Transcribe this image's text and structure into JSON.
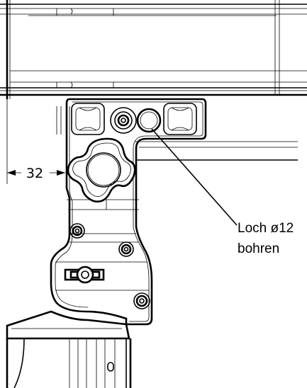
{
  "dimension": {
    "value": "32"
  },
  "note": {
    "line1": "Loch ø12",
    "line2": "bohren"
  }
}
